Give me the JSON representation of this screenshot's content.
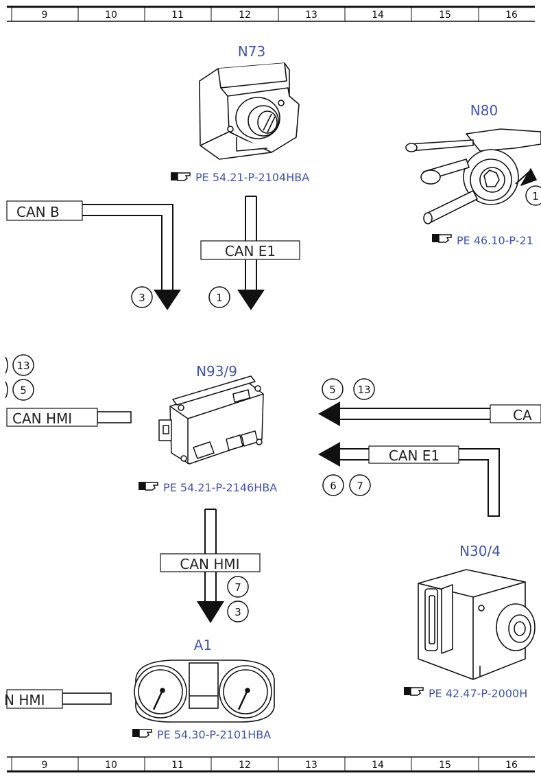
{
  "ruler": {
    "numbers": [
      "9",
      "10",
      "11",
      "12",
      "13",
      "14",
      "15",
      "16"
    ]
  },
  "components": {
    "n73": {
      "code": "N73",
      "ref": "PE 54.21-P-2104HBA"
    },
    "n80": {
      "code": "N80",
      "ref": "PE 46.10-P-21"
    },
    "n93_9": {
      "code": "N93/9",
      "ref": "PE 54.21-P-2146HBA"
    },
    "n30_4": {
      "code": "N30/4",
      "ref": "PE 42.47-P-2000H"
    },
    "a1": {
      "code": "A1",
      "ref": "PE 54.30-P-2101HBA"
    }
  },
  "bus_labels": {
    "can_b": "CAN B",
    "can_e1_top": "CAN E1",
    "can_hmi_left": "CAN HMI",
    "can_right_top": "CA",
    "can_e1_right": "CAN E1",
    "can_hmi_mid": "CAN HMI",
    "can_hmi_bottom": "N HMI"
  },
  "circled": {
    "c3_top": "3",
    "c1_top": "1",
    "c1_n80": "1",
    "c13_left": "13",
    "c5_left": "5",
    "c5_right": "5",
    "c13_right": "13",
    "c6_right": "6",
    "c7_right": "7",
    "c7_mid": "7",
    "c3_mid": "3"
  }
}
